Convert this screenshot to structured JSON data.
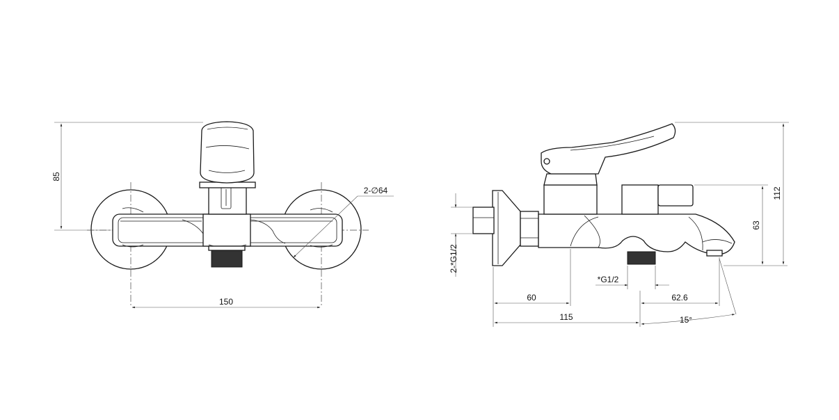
{
  "front_view": {
    "dim_height": "85",
    "dim_width": "150",
    "dim_flange": "2-∅64"
  },
  "side_view": {
    "dim_inlet_thread": "2-*G1/2",
    "dim_outlet_thread": "*G1/2",
    "dim_60": "60",
    "dim_115": "115",
    "dim_62_6": "62.6",
    "dim_angle": "15°",
    "dim_63": "63",
    "dim_112": "112"
  }
}
